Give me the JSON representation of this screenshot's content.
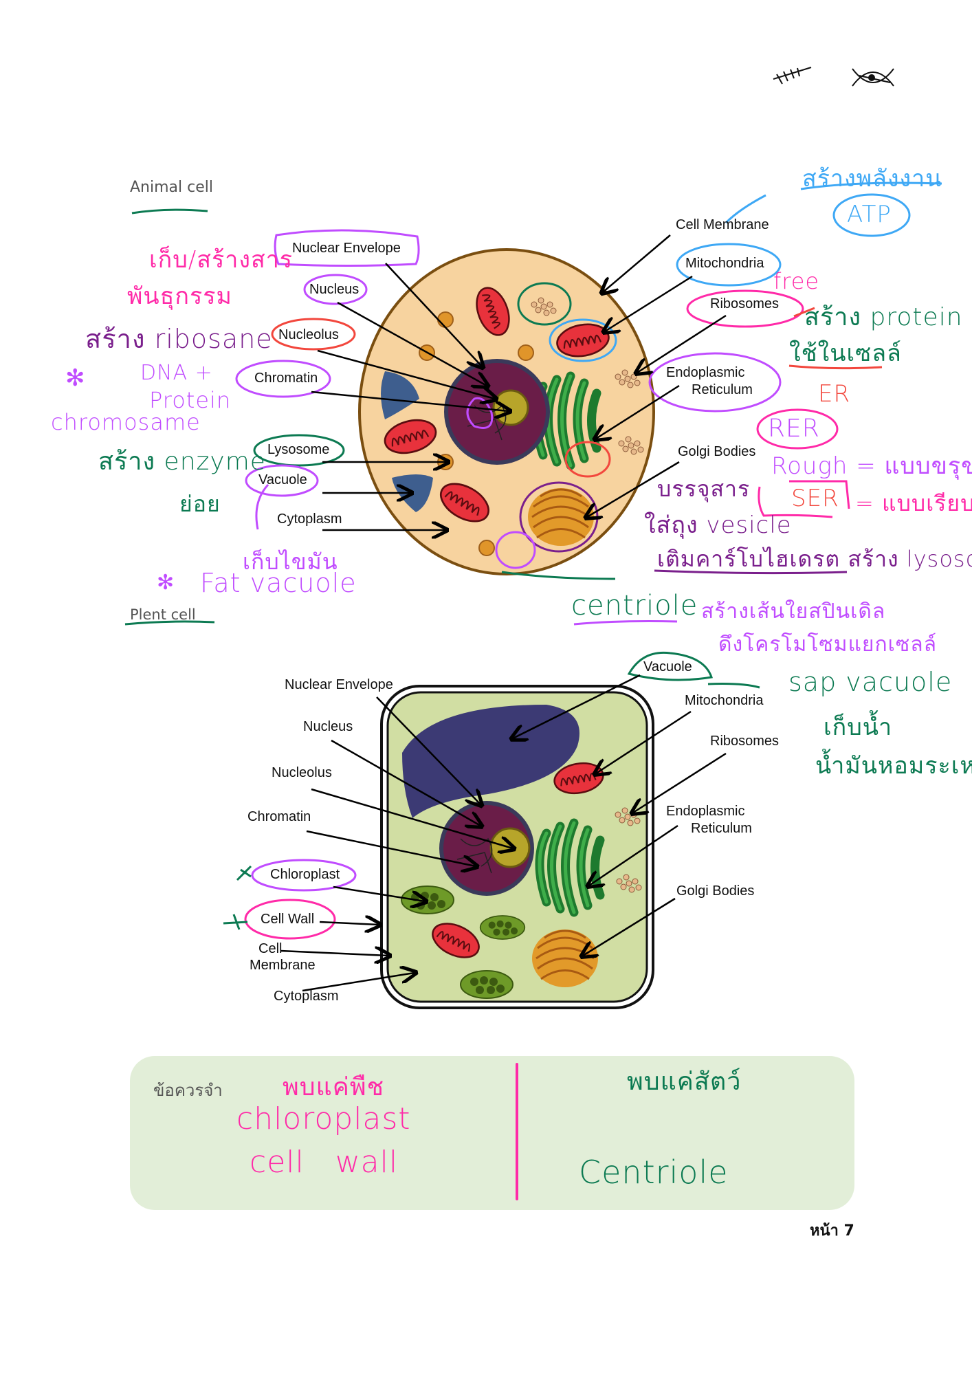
{
  "sections": {
    "animal_title": "Animal cell",
    "plant_title": "Plent cell"
  },
  "animal_labels": {
    "nuclear_envelope": "Nuclear Envelope",
    "nucleus": "Nucleus",
    "nucleolus": "Nucleolus",
    "chromatin": "Chromatin",
    "lysosome": "Lysosome",
    "vacuole": "Vacuole",
    "cytoplasm": "Cytoplasm",
    "cell_membrane": "Cell Membrane",
    "mitochondria": "Mitochondria",
    "ribosomes": "Ribosomes",
    "er_line1": "Endoplasmic",
    "er_line2": "Reticulum",
    "golgi": "Golgi Bodies"
  },
  "plant_labels": {
    "nuclear_envelope": "Nuclear Envelope",
    "nucleus": "Nucleus",
    "nucleolus": "Nucleolus",
    "chromatin": "Chromatin",
    "chloroplast": "Chloroplast",
    "cell_wall": "Cell Wall",
    "membrane_line1": "Cell",
    "membrane_line2": "Membrane",
    "cytoplasm": "Cytoplasm",
    "vacuole": "Vacuole",
    "mitochondria": "Mitochondria",
    "ribosomes": "Ribosomes",
    "er_line1": "Endoplasmic",
    "er_line2": "Reticulum",
    "golgi": "Golgi Bodies"
  },
  "notes_animal": {
    "store_create": "เก็บ/สร้างสาร",
    "genetic": "พันธุกรรม",
    "make_ribosome": "สร้าง ribosane",
    "dna": "DNA +",
    "protein": "Protein",
    "chromosome": "chromosame",
    "make_enzyme": "สร้าง enzyme",
    "digest": "ย่อย",
    "store_fat": "เก็บไขมัน",
    "fat_vacuole": "Fat vacuole",
    "make_energy": "สร้างพลังงาน",
    "atp": "ATP",
    "free": "free",
    "make_protein": "สร้าง protein",
    "use_in_cell": "ใช้ในเซลล์",
    "er": "ER",
    "rer": "RER",
    "rough": "Rough = แบบขรุขระ",
    "ser": "SER",
    "smooth": "= แบบเรียบ",
    "package": "บรรจุสาร",
    "vesicle": "ใส่ถุง vesicle",
    "carb": "เติมคาร์โบไฮเดรต สร้าง lysosome",
    "centriole": "centriole",
    "spindle": "สร้างเส้นใยสปินเดิล",
    "pull": "ดึงโครโมโซมแยกเซลล์"
  },
  "notes_plant": {
    "sap_vacuole": "sap vacuole",
    "store_water": "เก็บน้ำ",
    "oils": "น้ำมันหอมระเหย"
  },
  "remember_box": {
    "title": "ข้อควรจำ",
    "plant_only": "พบแค่พืช",
    "chloroplast": "chloroplast",
    "cell_wall": "cell wall",
    "animal_only": "พบแค่สัตว์",
    "centriole": "Centriole"
  },
  "page_number": "หน้า 7",
  "colors": {
    "pink": "#ff2aa8",
    "purple": "#7a1f8c",
    "violet": "#c04cff",
    "green": "#0c7a52",
    "blue": "#3ea8f5",
    "red": "#f2473d",
    "box": "#e2eed8",
    "animal_cytoplasm": "#f7d39f",
    "plant_cytoplasm": "#d1dea3"
  },
  "icons": [
    "dna-doodle-icon",
    "chromosome-doodle-icon"
  ]
}
